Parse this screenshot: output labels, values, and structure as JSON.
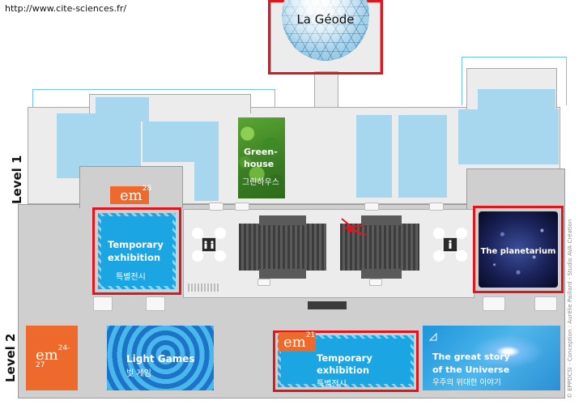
{
  "url": "http://www.cite-sciences.fr/",
  "levels": {
    "level1": "Level 1",
    "level2": "Level 2"
  },
  "geode": {
    "label": "La Géode"
  },
  "greenhouse": {
    "line1": "Green-",
    "line2": "house",
    "ko": "그린하우스"
  },
  "temp_expo_level1": {
    "em_main": "em",
    "em_sup": "28",
    "line1": "Temporary",
    "line2": "exhibition",
    "ko": "특별전시"
  },
  "planetarium": {
    "label": "The planetarium"
  },
  "em_24_27": {
    "em_main": "em",
    "em_sup": "24-27"
  },
  "light_games": {
    "title": "Light Games",
    "ko": "빛 게임"
  },
  "temp_expo_level2": {
    "em_main": "em",
    "em_sup": "21",
    "line1": "Temporary",
    "line2": "exhibition",
    "ko": "특별전시"
  },
  "universe": {
    "line1": "The great story",
    "line2": "of the Universe",
    "ko": "우주의 위대한 이야기"
  },
  "credit": "© EPPDCSI - Conception : Aurélie Paillard - Studio AVA Création",
  "colors": {
    "highlight": "#e0161f",
    "expo_blue": "#1ca5e3",
    "orange": "#ee6a2c"
  },
  "icons": [
    "elevator-icon",
    "accessible-elevator-icon",
    "helicopter-icon",
    "escalator-icon"
  ]
}
